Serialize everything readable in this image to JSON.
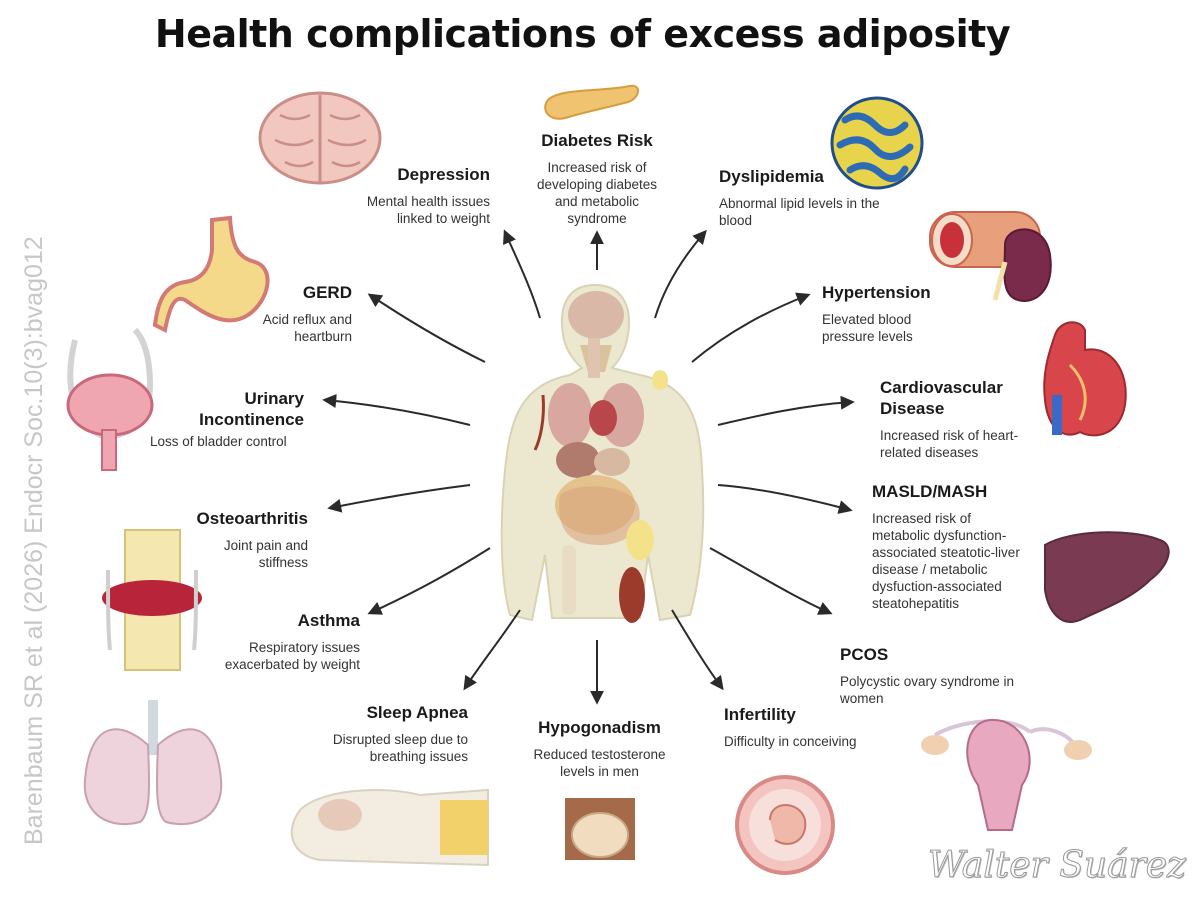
{
  "title": "Health complications of excess adiposity",
  "credit": "Barenbaum SR et al (2026) Endocr Soc.10(3):bvag012",
  "signature": "Walter Suárez",
  "conditions": {
    "depression": {
      "name": "Depression",
      "desc": "Mental health issues linked to weight"
    },
    "diabetes": {
      "name": "Diabetes Risk",
      "desc": "Increased risk of developing diabetes and metabolic syndrome"
    },
    "dyslipidemia": {
      "name": "Dyslipidemia",
      "desc": "Abnormal lipid levels in the blood"
    },
    "gerd": {
      "name": "GERD",
      "desc": "Acid reflux and heartburn"
    },
    "hypertension": {
      "name": "Hypertension",
      "desc": "Elevated blood pressure levels"
    },
    "urinary": {
      "name": "Urinary Incontinence",
      "desc": "Loss of bladder control"
    },
    "cardio": {
      "name": "Cardiovascular Disease",
      "desc": "Increased risk of heart-related diseases"
    },
    "osteo": {
      "name": "Osteoarthritis",
      "desc": "Joint pain and stiffness"
    },
    "masld": {
      "name": "MASLD/MASH",
      "desc": "Increased risk of metabolic dysfunction-associated steatotic-liver disease / metabolic dysfuction-associated steatohepatitis"
    },
    "asthma": {
      "name": "Asthma",
      "desc": "Respiratory issues exacerbated by weight"
    },
    "pcos": {
      "name": "PCOS",
      "desc": "Polycystic ovary syndrome in women"
    },
    "sleep": {
      "name": "Sleep Apnea",
      "desc": "Disrupted sleep due to breathing issues"
    },
    "hypogonadism": {
      "name": "Hypogonadism",
      "desc": "Reduced testosterone levels in men"
    },
    "infertility": {
      "name": "Infertility",
      "desc": "Difficulty in conceiving"
    }
  }
}
